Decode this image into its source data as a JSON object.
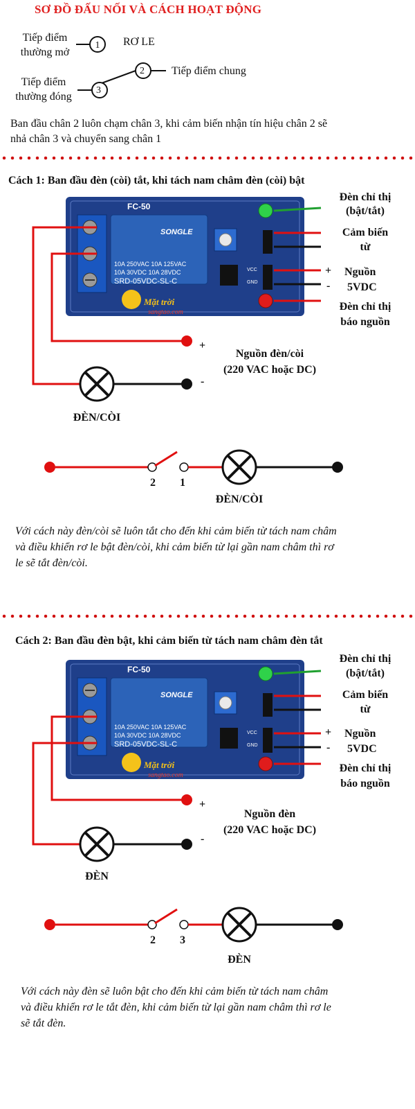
{
  "header": {
    "title": "SƠ ĐỒ ĐẤU NỐI VÀ CÁCH HOẠT ĐỘNG"
  },
  "legend": {
    "no_line1": "Tiếp điểm",
    "no_line2": "thường mở",
    "nc_line1": "Tiếp điểm",
    "nc_line2": "thường đóng",
    "com_label": "Tiếp điểm chung",
    "relay_label": "RƠ LE",
    "pin1": "1",
    "pin2": "2",
    "pin3": "3",
    "desc_line1": "Ban đầu chân 2 luôn chạm chân 3, khi cảm biến nhận tín hiệu chân 2 sẽ",
    "desc_line2": "nhả chân 3 và chuyển sang chân 1"
  },
  "board": {
    "model": "FC-50",
    "brand": "SONGLE",
    "spec1": "10A 250VAC  10A 125VAC",
    "spec2": "10A  30VDC  10A  28VDC",
    "part": "SRD-05VDC-SL-C",
    "pin_vcc": "VCC",
    "pin_gnd": "GND",
    "logo_top": "Mặt trời",
    "logo_bottom": "sangtao.com"
  },
  "section1": {
    "heading": "Cách 1: Ban đầu đèn (còi) tắt, khi tách nam châm đèn (còi) bật",
    "ind1_a": "Đèn chỉ thị",
    "ind1_b": "(bật/tắt)",
    "sensor_a": "Cảm biến",
    "sensor_b": "từ",
    "plus": "+",
    "minus": "-",
    "power_a": "Nguồn",
    "power_b": "5VDC",
    "ind2_a": "Đèn chỉ thị",
    "ind2_b": "báo nguồn",
    "src_plus": "+",
    "src_minus": "-",
    "src_a": "Nguồn đèn/còi",
    "src_b": "(220 VAC hoặc DC)",
    "lamp_label": "ĐÈN/CÒI",
    "sw_pin_left": "2",
    "sw_pin_right": "1",
    "lamp_label2": "ĐÈN/CÒI",
    "note_line1": "Với cách này đèn/còi sẽ luôn tắt cho đến khi cảm biến từ tách nam châm",
    "note_line2": "và điều khiển rơ le bật đèn/còi, khi cảm biến từ lại gần nam châm thì rơ",
    "note_line3": "le sẽ tắt đèn/còi."
  },
  "section2": {
    "heading": "Cách 2: Ban đầu đèn bật, khi cảm biến từ tách nam châm đèn tắt",
    "ind1_a": "Đèn chỉ thị",
    "ind1_b": "(bật/tắt)",
    "sensor_a": "Cảm biến",
    "sensor_b": "từ",
    "plus": "+",
    "minus": "-",
    "power_a": "Nguồn",
    "power_b": "5VDC",
    "ind2_a": "Đèn chỉ thị",
    "ind2_b": "báo nguồn",
    "src_plus": "+",
    "src_minus": "-",
    "src_a": "Nguồn đèn",
    "src_b": "(220 VAC hoặc DC)",
    "lamp_label": "ĐÈN",
    "sw_pin_left": "2",
    "sw_pin_right": "3",
    "lamp_label2": "ĐÈN",
    "note_line1": "Với cách này đèn sẽ luôn bật cho đến khi cảm biến từ tách nam châm",
    "note_line2": "và điều khiển rơ le tắt đèn, khi cảm biến từ lại gần nam châm thì rơ le",
    "note_line3": "sẽ tắt đèn."
  },
  "colors": {
    "wire_red": "#e01010",
    "wire_green": "#20a030",
    "wire_black": "#111111",
    "board_blue": "#1f3f8a",
    "relay_blue": "#2c63b8"
  }
}
